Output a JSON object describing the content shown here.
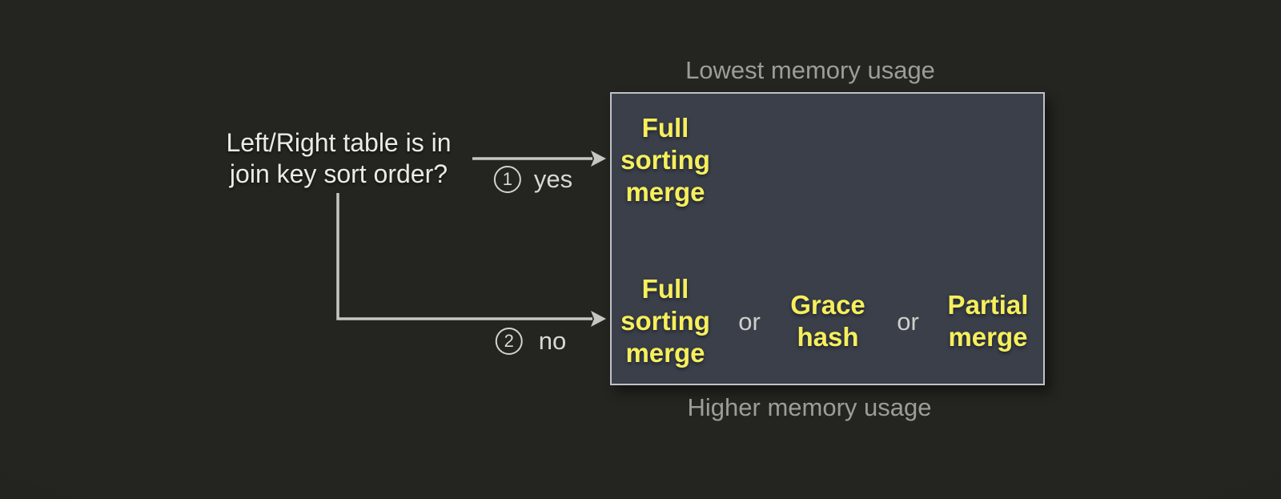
{
  "question": {
    "text": "Left/Right table is in\njoin key sort order?"
  },
  "branches": [
    {
      "number": "1",
      "label": "yes"
    },
    {
      "number": "2",
      "label": "no"
    }
  ],
  "memory_labels": {
    "top": "Lowest memory usage",
    "bottom": "Higher memory usage"
  },
  "sorted_row": {
    "algorithm": "Full\nsorting\nmerge"
  },
  "unsorted_row": {
    "algo1": "Full\nsorting\nmerge",
    "or1": "or",
    "algo2": "Grace\nhash",
    "or2": "or",
    "algo3": "Partial\nmerge"
  },
  "colors": {
    "bg": "#242520",
    "bg_edge": "#1c1d18",
    "box_fill": "#3a3f49",
    "box_border": "#c0c3c6",
    "algo_yellow": "#f6ef5c",
    "text_white": "#eaeae7",
    "label_gray": "#9c9c99",
    "or_gray": "#cfcfcc",
    "line_gray": "#c6c6c3"
  }
}
